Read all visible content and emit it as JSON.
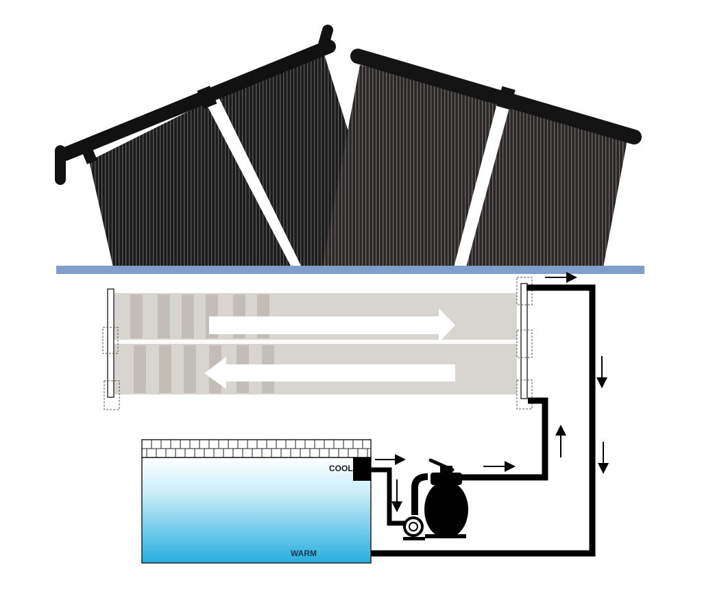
{
  "figure": {
    "type": "solar pool heater installation diagram",
    "divider_color": "#7f9ec8",
    "pool_water_top_color": "#ffffff",
    "pool_water_bottom_color": "#2cb3e2",
    "pipe_color": "#000000",
    "collector_diagram_color": "#d8d4cf"
  },
  "labels": {
    "cool": "COOL",
    "warm": "WARM"
  },
  "components": {
    "photo": [
      "solar-panel-left",
      "solar-panel-right"
    ],
    "diagram": [
      "solar-collector-top",
      "solar-collector-bottom",
      "pool",
      "sand-filter",
      "pump",
      "return-pipe",
      "supply-pipe"
    ]
  },
  "flow_arrows": [
    {
      "where": "collector top",
      "direction": "right"
    },
    {
      "where": "collector bottom",
      "direction": "left"
    },
    {
      "where": "top outlet",
      "direction": "right"
    },
    {
      "where": "return pipe upper",
      "direction": "down"
    },
    {
      "where": "return pipe lower",
      "direction": "down"
    },
    {
      "where": "supply pipe riser",
      "direction": "up"
    },
    {
      "where": "after filter",
      "direction": "right"
    },
    {
      "where": "pool outlet",
      "direction": "right"
    },
    {
      "where": "pump feed",
      "direction": "down"
    }
  ]
}
